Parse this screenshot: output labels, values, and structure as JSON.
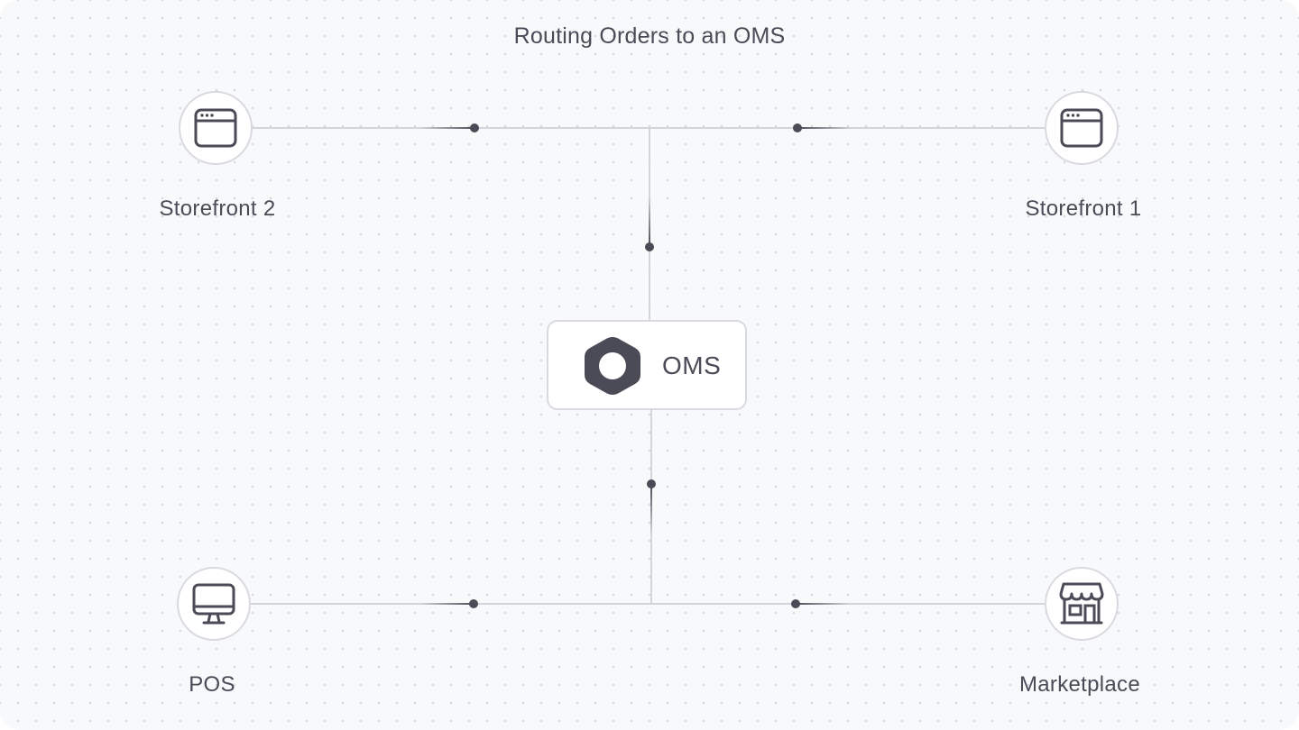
{
  "diagram": {
    "title": "Routing Orders to an OMS",
    "hub": {
      "label": "OMS",
      "icon": "hexagon-ring-icon"
    },
    "nodes": [
      {
        "id": "storefront-2",
        "label": "Storefront 2",
        "icon": "browser-window-icon"
      },
      {
        "id": "storefront-1",
        "label": "Storefront 1",
        "icon": "browser-window-icon"
      },
      {
        "id": "pos",
        "label": "POS",
        "icon": "monitor-icon"
      },
      {
        "id": "marketplace",
        "label": "Marketplace",
        "icon": "storefront-awning-icon"
      }
    ],
    "edges": [
      {
        "from": "storefront-2",
        "to": "OMS"
      },
      {
        "from": "storefront-1",
        "to": "OMS"
      },
      {
        "from": "pos",
        "to": "OMS"
      },
      {
        "from": "marketplace",
        "to": "OMS"
      }
    ]
  },
  "colors": {
    "background": "#f8f9fb",
    "grid_dot": "#d7d9de",
    "connector": "#d3d5da",
    "flow_dot": "#4a4b57",
    "icon": "#4a4b57",
    "text": "#4a4b57"
  }
}
